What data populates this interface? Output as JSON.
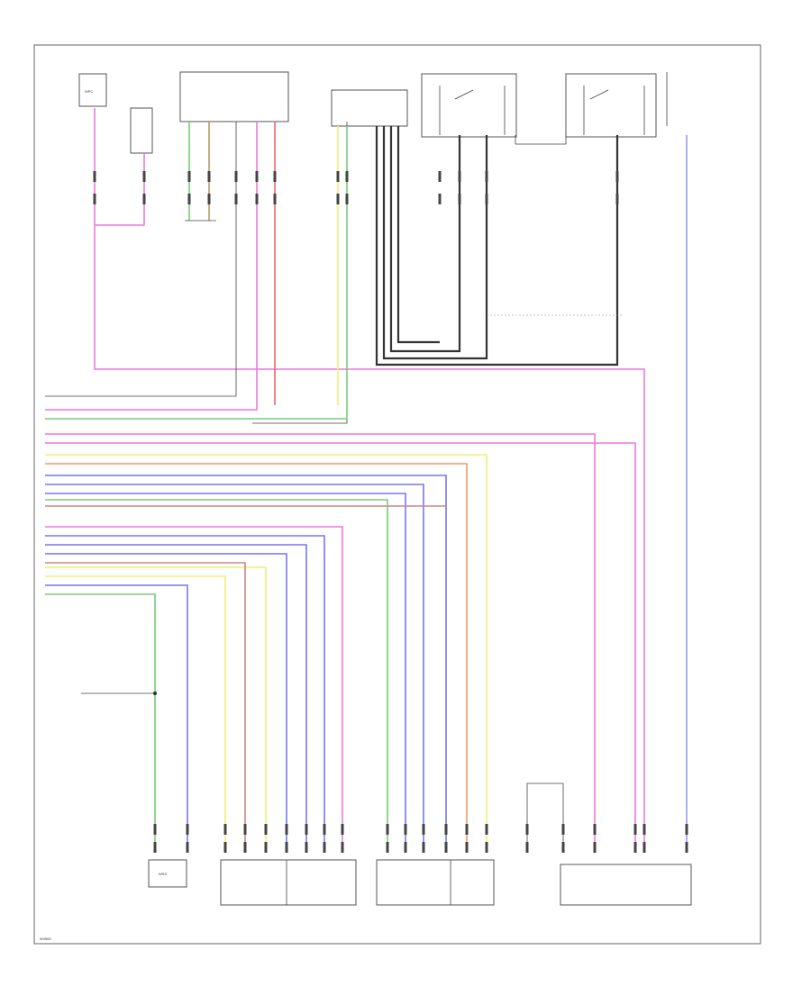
{
  "diagram": {
    "footer_code": "W4560",
    "module_labels": {
      "relay_left": "WPC",
      "bottom_left_box": "WSS"
    }
  }
}
